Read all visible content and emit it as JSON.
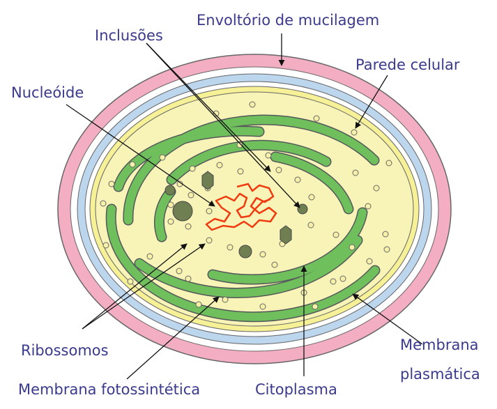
{
  "labels": {
    "mucilage": "Envoltório de mucilagem",
    "inclusions": "Inclusões",
    "cell_wall": "Parede celular",
    "nucleoid": "Nucleóide",
    "ribosomes": "Ribossomos",
    "photosynthetic_membrane": "Membrana fotossintética",
    "cytoplasm": "Citoplasma",
    "plasma_membrane_line1": "Membrana",
    "plasma_membrane_line2": "plasmática"
  },
  "colors": {
    "label_text": "#3a3a8c",
    "mucilage_envelope": "#f4aec4",
    "cell_wall": "#bcd6ee",
    "plasma_membrane": "#f6f096",
    "cytoplasm": "#f8f4b8",
    "photosynthetic_membrane": "#6fbf5c",
    "inclusion": "#6f7f52",
    "nucleoid_dna": "#f03a10",
    "ribosome": "#f6f0a8"
  }
}
